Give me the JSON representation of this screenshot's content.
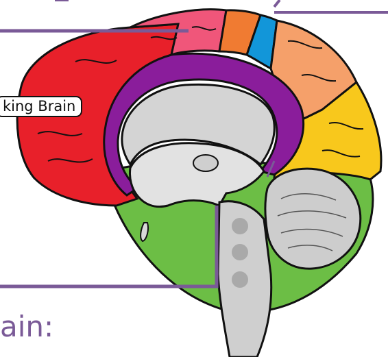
{
  "labels": {
    "thinking_brain": "king Brain",
    "caption_fragment": "ain:"
  },
  "colors": {
    "frontal_red": "#e8202a",
    "pink": "#f0567a",
    "orange": "#f07b32",
    "blue": "#1296d9",
    "peach": "#f5a06a",
    "yellow": "#f8c81c",
    "limbic_purple": "#8a1d9b",
    "brainstem_green": "#6cbe45",
    "inner_gray": "#d4d4d4",
    "pointer_line": "#7a5a97"
  },
  "icons": [
    "brain-sagittal-diagram"
  ]
}
